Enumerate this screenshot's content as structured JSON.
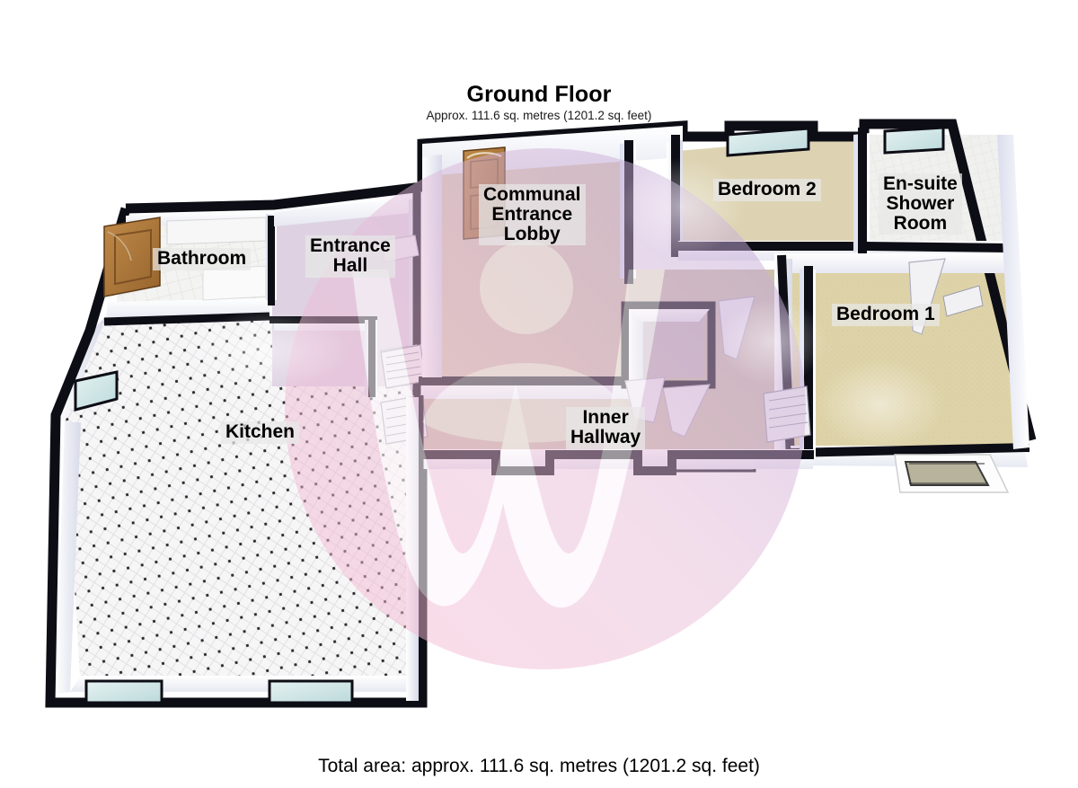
{
  "header": {
    "title": "Ground Floor",
    "subtitle": "Approx. 111.6 sq. metres (1201.2 sq. feet)"
  },
  "footer": {
    "total_area": "Total area: approx. 111.6 sq. metres (1201.2 sq. feet)"
  },
  "rooms": [
    {
      "id": "communal-entrance-lobby",
      "label": "Communal\nEntrance\nLobby",
      "floor_color": "#d8c9b4"
    },
    {
      "id": "bathroom",
      "label": "Bathroom",
      "floor_color": "#eef0ef"
    },
    {
      "id": "entrance-hall",
      "label": "Entrance\nHall",
      "floor_color": "#ded2e2"
    },
    {
      "id": "kitchen",
      "label": "Kitchen",
      "floor_color": "#f4f2f4"
    },
    {
      "id": "inner-hallway",
      "label": "Inner\nHallway",
      "floor_color": "#cdbfae"
    },
    {
      "id": "bedroom-2",
      "label": "Bedroom 2",
      "floor_color": "#ddd3b2"
    },
    {
      "id": "bedroom-1",
      "label": "Bedroom 1",
      "floor_color": "#ded3a8"
    },
    {
      "id": "en-suite-shower-room",
      "label": "En-suite\nShower\nRoom",
      "floor_color": "#f0f0ee"
    }
  ],
  "palette": {
    "wall_outline": "#0d0d15",
    "wall_face_light": "#ffffff",
    "wall_face_shade": "#d9dbe8",
    "door_wood": "#b07c3e",
    "window_glass": "#cfe4e6",
    "label_bg": "#e8e8e8",
    "watermark_pink": "#f3c3d6",
    "watermark_purple": "#c9b7dd",
    "watermark_white": "#ffffff",
    "floor_lobby": "#d8c9b4",
    "floor_bedroom": "#ded3a8",
    "floor_tile": "#f2f2f2"
  },
  "features": {
    "front_door": "front-door",
    "bathroom_door": "bathroom-door",
    "windows": [
      "kitchen-window-left",
      "kitchen-window-bottom",
      "bedroom2-window",
      "ensuite-window",
      "bedroom1-window"
    ],
    "radiators": [
      "entrance-hall-radiator",
      "kitchen-radiator",
      "inner-hallway-radiator",
      "bedroom1-radiator"
    ]
  },
  "watermark": {
    "name": "property-logo-watermark",
    "shape": "circle-with-person-and-w"
  }
}
